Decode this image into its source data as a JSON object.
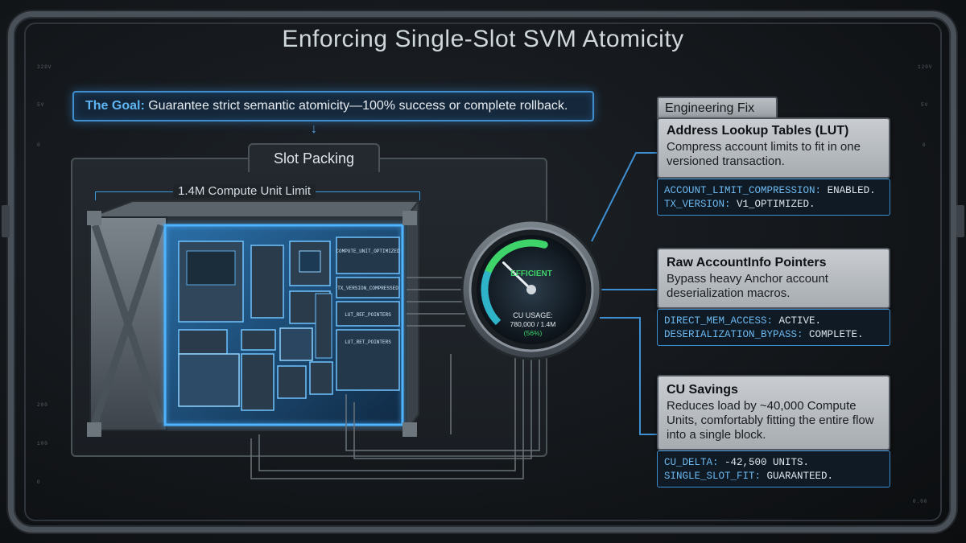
{
  "title": "Enforcing Single-Slot SVM Atomicity",
  "goal": {
    "label": "The Goal:",
    "text": "Guarantee strict semantic atomicity—100% success or complete rollback."
  },
  "slot_packing": {
    "title": "Slot Packing",
    "limit_label": "1.4M Compute Unit Limit",
    "module_labels": [
      "COMPUTE_UNIT_OPTIMIZED",
      "TX_VERSION_COMPRESSED",
      "LUT_REF_POINTERS",
      "LUT_RET_POINTERS"
    ]
  },
  "gauge": {
    "status": "EFFICIENT",
    "usage_label": "CU USAGE:",
    "usage_value": "780,000 / 1.4M",
    "usage_percent": "(56%)",
    "fill_fraction": 0.56,
    "accent_color": "#3fd46a"
  },
  "engineering_fix": {
    "badge": "Engineering Fix",
    "cards": [
      {
        "heading": "Address Lookup Tables (LUT)",
        "body": "Compress account limits to fit in one versioned transaction.",
        "lines": [
          {
            "key": "ACCOUNT_LIMIT_COMPRESSION:",
            "value": "ENABLED."
          },
          {
            "key": "TX_VERSION:",
            "value": "V1_OPTIMIZED."
          }
        ]
      },
      {
        "heading": "Raw AccountInfo Pointers",
        "body": "Bypass heavy Anchor account deserialization macros.",
        "lines": [
          {
            "key": "DIRECT_MEM_ACCESS:",
            "value": "ACTIVE."
          },
          {
            "key": "DESERIALIZATION_BYPASS:",
            "value": "COMPLETE."
          }
        ]
      },
      {
        "heading": "CU Savings",
        "body": "Reduces load by ~40,000 Compute Units, comfortably fitting the entire flow into a single block.",
        "lines": [
          {
            "key": "CU_DELTA:",
            "value": "-42,500 UNITS."
          },
          {
            "key": "SINGLE_SLOT_FIT:",
            "value": "GUARANTEED."
          }
        ]
      }
    ]
  },
  "frame_marks": {
    "left_scale": [
      "320V",
      "5V",
      "0",
      "200",
      "100",
      "0"
    ],
    "right_scale": [
      "120V",
      "5V",
      "0",
      "0.00"
    ]
  },
  "colors": {
    "accent_blue": "#3f8fd0",
    "label_blue": "#5fb4f2",
    "panel_gray": "#b9bec3"
  }
}
